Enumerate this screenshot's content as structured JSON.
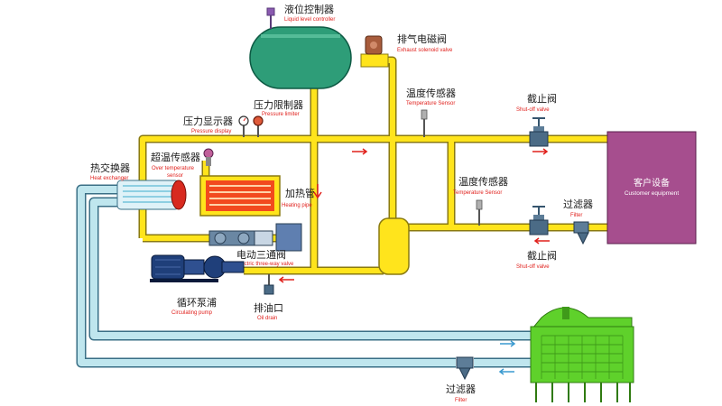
{
  "colors": {
    "pipe_yellow": "#ffe41c",
    "pipe_outline": "#8a7a10",
    "pipe_blue": "#bfe6ee",
    "pipe_blue_outline": "#3a6f86",
    "tank_green": "#2e9d78",
    "tower_green": "#5fd12b",
    "customer_purple": "#a64e8e",
    "pump_blue": "#1f3f7a",
    "flow_arrow": "#e0201c",
    "label_red": "#e0201c"
  },
  "labels": {
    "level_controller": {
      "zh": "液位控制器",
      "en": "Liquid level controller"
    },
    "exhaust_valve": {
      "zh": "排气电磁阀",
      "en": "Exhaust solenoid valve"
    },
    "temp_sensor_top": {
      "zh": "温度传感器",
      "en": "Temperature Sensor"
    },
    "shutoff_top": {
      "zh": "截止阀",
      "en": "Shut-off valve"
    },
    "pressure_limiter": {
      "zh": "压力限制器",
      "en": "Pressure limiter"
    },
    "pressure_display": {
      "zh": "压力显示器",
      "en": "Pressure display"
    },
    "over_temp_sensor": {
      "zh": "超温传感器",
      "en": "Over temperature sensor"
    },
    "heat_exchanger": {
      "zh": "热交换器",
      "en": "Heat exchanger"
    },
    "heating_pipe": {
      "zh": "加热管",
      "en": "Heating pipe"
    },
    "temp_sensor_mid": {
      "zh": "温度传感器",
      "en": "Temperature Sensor"
    },
    "filter_right": {
      "zh": "过滤器",
      "en": "Filter"
    },
    "shutoff_bottom": {
      "zh": "截止阀",
      "en": "Shut-off valve"
    },
    "three_way_valve": {
      "zh": "电动三通阀",
      "en": "Electric three-way valve"
    },
    "circulating_pump": {
      "zh": "循环泵浦",
      "en": "Circulating pump"
    },
    "oil_drain": {
      "zh": "排油口",
      "en": "Oil drain"
    },
    "filter_bottom": {
      "zh": "过滤器",
      "en": "Filter"
    },
    "customer": {
      "zh": "客户设备",
      "en": "Customer equipment"
    }
  },
  "icons": [
    "tank-icon",
    "solenoid-valve-icon",
    "globe-valve-icon",
    "pressure-gauge-icon",
    "temperature-probe-icon",
    "heat-exchanger-icon",
    "heating-coil-icon",
    "expansion-tank-icon",
    "y-strainer-icon",
    "three-way-valve-icon",
    "motor-pump-icon",
    "drain-valve-icon",
    "cooling-tower-icon",
    "flow-arrow-icon"
  ]
}
